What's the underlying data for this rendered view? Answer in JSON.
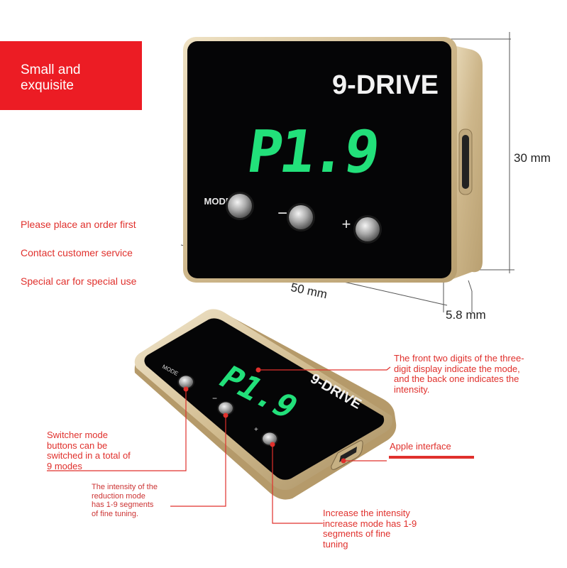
{
  "banner": {
    "line1": "Small and",
    "line2": "exquisite"
  },
  "notes": [
    "Please place an order first",
    "Contact customer service",
    "Special car for special use"
  ],
  "dimensions": {
    "height": "30 mm",
    "width": "50 mm",
    "depth": "5.8 mm"
  },
  "device": {
    "brand": "9-DRIVE",
    "display": "P1.9",
    "mode_label": "MODE",
    "minus_label": "−",
    "plus_label": "+"
  },
  "callouts": {
    "display": [
      "The front two digits of the three-",
      "digit display indicate the mode,",
      "and the back one indicates the",
      "intensity."
    ],
    "apple": [
      "Apple interface"
    ],
    "mode": [
      "Switcher mode",
      "buttons can be",
      "switched in a total of",
      "9 modes"
    ],
    "reduction": [
      "The intensity of the",
      "reduction mode",
      "has 1-9 segments",
      "of fine tuning."
    ],
    "increase": [
      "Increase the intensity",
      "increase mode has 1-9",
      "segments of fine",
      "tuning"
    ]
  },
  "colors": {
    "accent_red": "#ec1c24",
    "display_green": "#22e07a",
    "frame_gold": "#d8c39a"
  }
}
